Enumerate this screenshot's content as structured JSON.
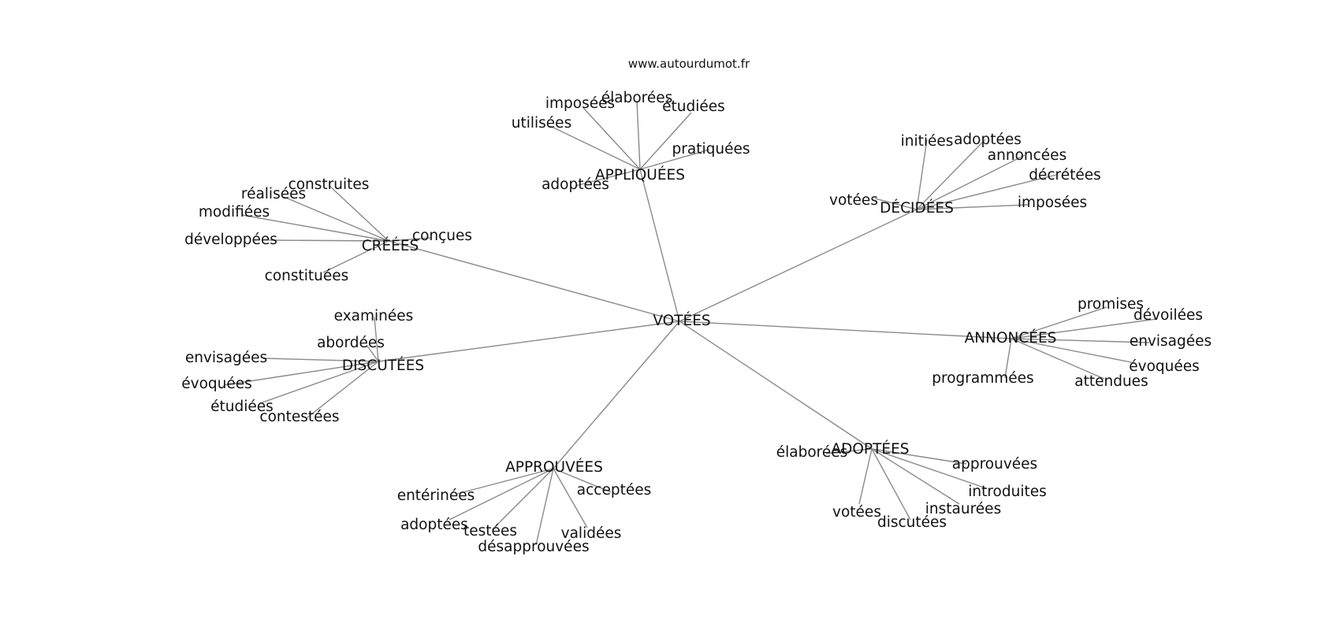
{
  "watermark": "www.autourdumot.fr",
  "graph": {
    "center": "VOTÉES",
    "groups": [
      {
        "hub": "APPLIQUÉES",
        "words": [
          "imposées",
          "élaborées",
          "étudiées",
          "utilisées",
          "pratiquées",
          "adoptées"
        ]
      },
      {
        "hub": "DÉCIDÉES",
        "words": [
          "initiées",
          "adoptées",
          "annoncées",
          "décrétées",
          "votées",
          "imposées"
        ]
      },
      {
        "hub": "CRÉÉES",
        "words": [
          "construites",
          "réalisées",
          "modifiées",
          "développées",
          "conçues",
          "constituées"
        ]
      },
      {
        "hub": "ANNONCÉES",
        "words": [
          "promises",
          "dévoilées",
          "envisagées",
          "évoquées",
          "attendues",
          "programmées"
        ]
      },
      {
        "hub": "DISCUTÉES",
        "words": [
          "examinées",
          "abordées",
          "envisagées",
          "évoquées",
          "étudiées",
          "contestées"
        ]
      },
      {
        "hub": "ADOPTÉES",
        "words": [
          "élaborées",
          "approuvées",
          "introduites",
          "instaurées",
          "votées",
          "discutées"
        ]
      },
      {
        "hub": "APPROUVÉES",
        "words": [
          "entérinées",
          "acceptées",
          "adoptées",
          "testées",
          "validées",
          "désapprouvées"
        ]
      }
    ]
  }
}
